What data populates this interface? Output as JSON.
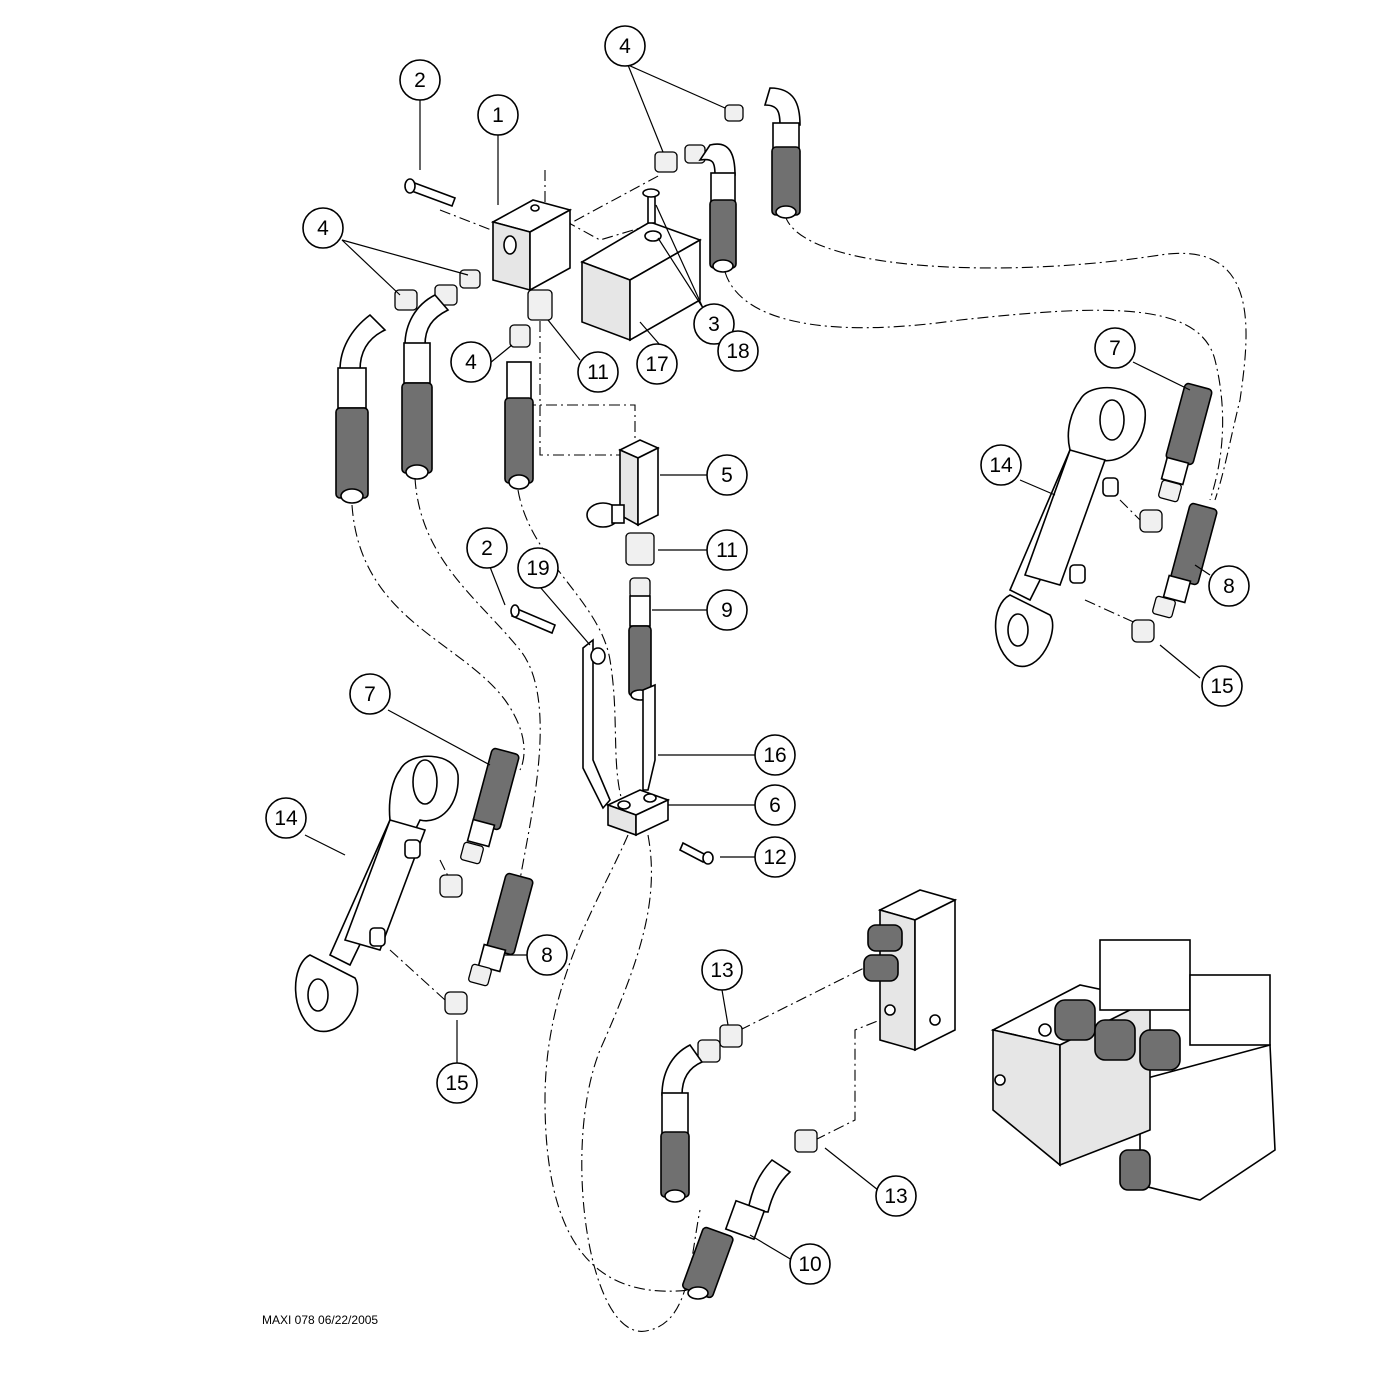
{
  "diagram_code": "MAXI 078 06/22/2005",
  "callouts": [
    {
      "id": "c2a",
      "label": "2"
    },
    {
      "id": "c1",
      "label": "1"
    },
    {
      "id": "c4a",
      "label": "4"
    },
    {
      "id": "c4b",
      "label": "4"
    },
    {
      "id": "c4c",
      "label": "4"
    },
    {
      "id": "c11a",
      "label": "11"
    },
    {
      "id": "c17",
      "label": "17"
    },
    {
      "id": "c3",
      "label": "3"
    },
    {
      "id": "c18",
      "label": "18"
    },
    {
      "id": "c7a",
      "label": "7"
    },
    {
      "id": "c14a",
      "label": "14"
    },
    {
      "id": "c5",
      "label": "5"
    },
    {
      "id": "c11b",
      "label": "11"
    },
    {
      "id": "c2b",
      "label": "2"
    },
    {
      "id": "c19",
      "label": "19"
    },
    {
      "id": "c9",
      "label": "9"
    },
    {
      "id": "c8a",
      "label": "8"
    },
    {
      "id": "c15a",
      "label": "15"
    },
    {
      "id": "c7b",
      "label": "7"
    },
    {
      "id": "c16",
      "label": "16"
    },
    {
      "id": "c6",
      "label": "6"
    },
    {
      "id": "c14b",
      "label": "14"
    },
    {
      "id": "c12",
      "label": "12"
    },
    {
      "id": "c8b",
      "label": "8"
    },
    {
      "id": "c13a",
      "label": "13"
    },
    {
      "id": "c15b",
      "label": "15"
    },
    {
      "id": "c13b",
      "label": "13"
    },
    {
      "id": "c10",
      "label": "10"
    }
  ]
}
